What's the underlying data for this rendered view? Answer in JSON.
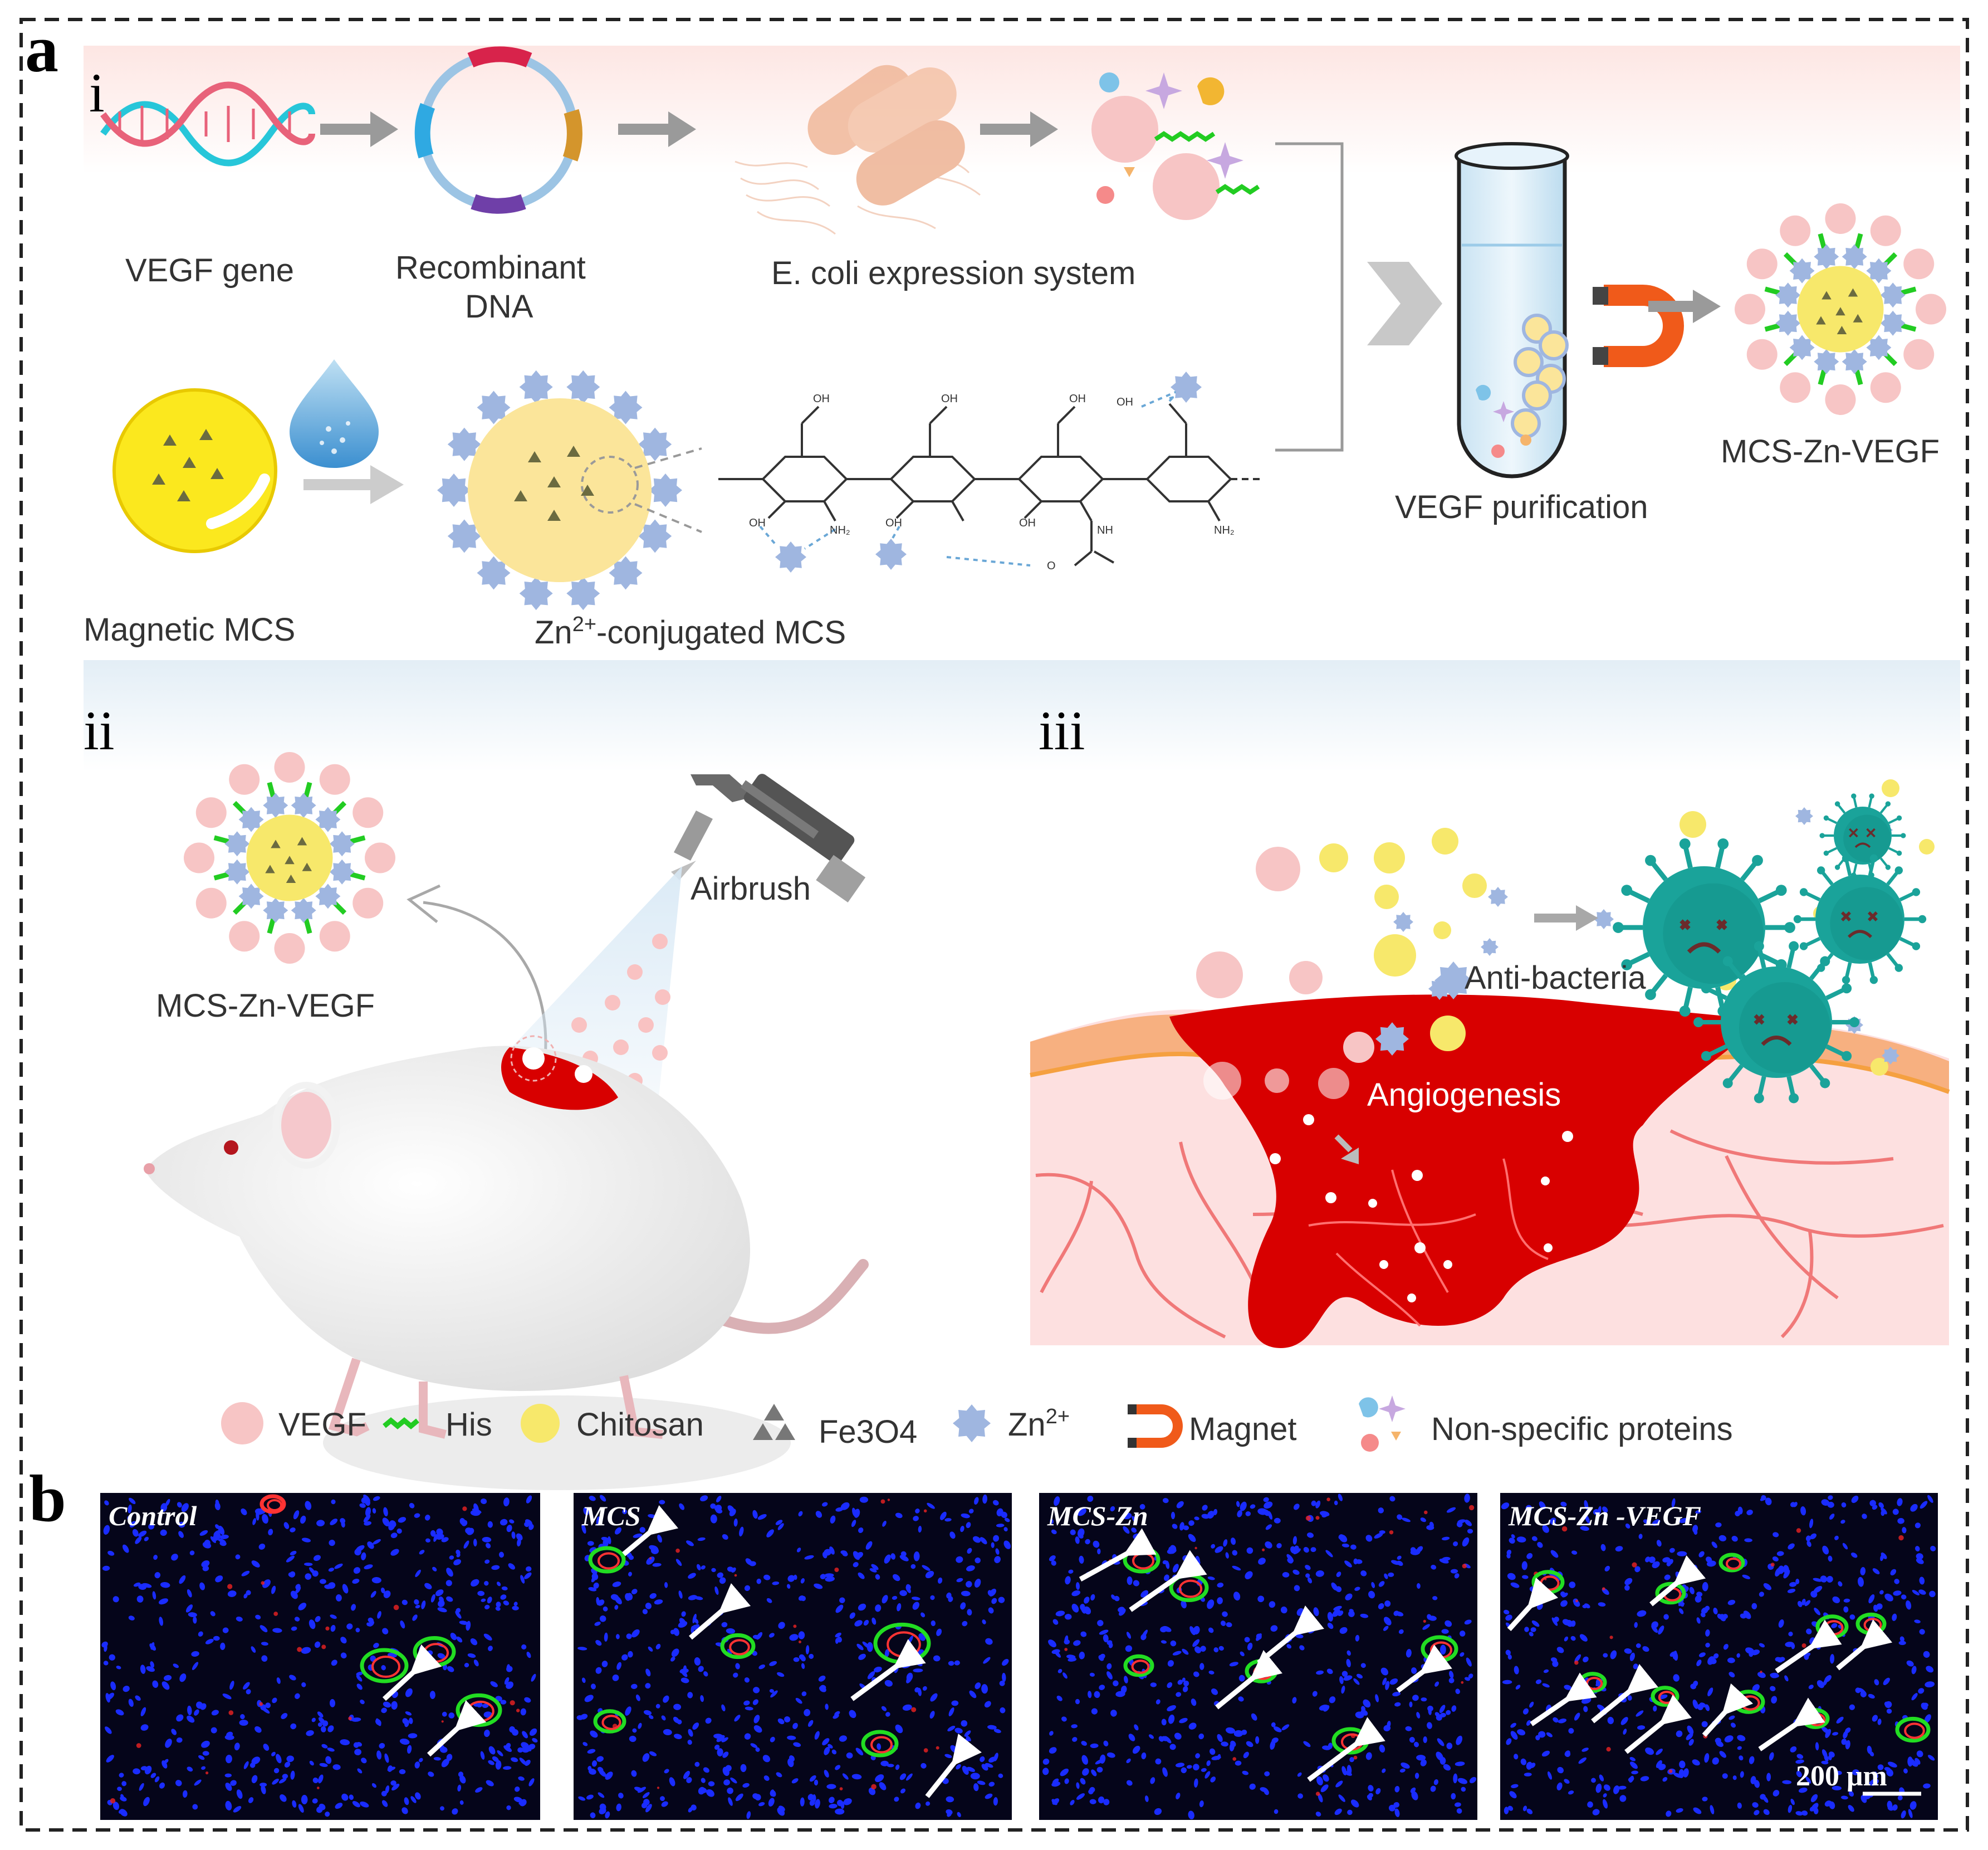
{
  "panel_a": {
    "letter": "a",
    "sub_i": {
      "numeral": "i",
      "labels": {
        "vegf_gene": "VEGF gene",
        "recombinant_1": "Recombinant",
        "recombinant_2": "DNA",
        "ecoli": "E. coli expression system",
        "magnetic_mcs": "Magnetic MCS",
        "zn_mcs_prefix": "Zn",
        "zn_mcs_sup": "2+",
        "zn_mcs_suffix": "-conjugated MCS",
        "vegf_purification": "VEGF purification",
        "product": "MCS-Zn-VEGF"
      },
      "chem_labels": {
        "oh": "OH",
        "nh2": "NH₂",
        "nh": "NH",
        "o": "O"
      }
    },
    "sub_ii": {
      "numeral": "ii",
      "labels": {
        "product": "MCS-Zn-VEGF",
        "airbrush": "Airbrush"
      }
    },
    "sub_iii": {
      "numeral": "iii",
      "labels": {
        "anti_bacteria": "Anti-bacteria",
        "angiogenesis": "Angiogenesis"
      }
    },
    "legend": [
      {
        "key": "vegf",
        "text": "VEGF"
      },
      {
        "key": "his",
        "text": "His"
      },
      {
        "key": "chitosan",
        "text": "Chitosan"
      },
      {
        "key": "fe3o4",
        "text": "Fe3O4"
      },
      {
        "key": "zn_prefix",
        "text": "Zn"
      },
      {
        "key": "zn_sup",
        "text": "2+"
      },
      {
        "key": "magnet",
        "text": "Magnet"
      },
      {
        "key": "nonspecific",
        "text": "Non-specific proteins"
      }
    ]
  },
  "panel_b": {
    "letter": "b",
    "images": [
      {
        "title": "Control"
      },
      {
        "title": "MCS"
      },
      {
        "title": "MCS-Zn"
      },
      {
        "title": "MCS-Zn -VEGF"
      }
    ],
    "scale_bar": "200 μm"
  },
  "colors": {
    "vegf": "#f7c5c5",
    "his": "#22cc22",
    "chitosan": "#f7e86b",
    "fe3o4": "#777777",
    "zn": "#9fb6e0",
    "magnet": "#f05a1a",
    "wound": "#d80000",
    "bacteria": "#1aa39a",
    "nuclei": "#1a2cff"
  }
}
